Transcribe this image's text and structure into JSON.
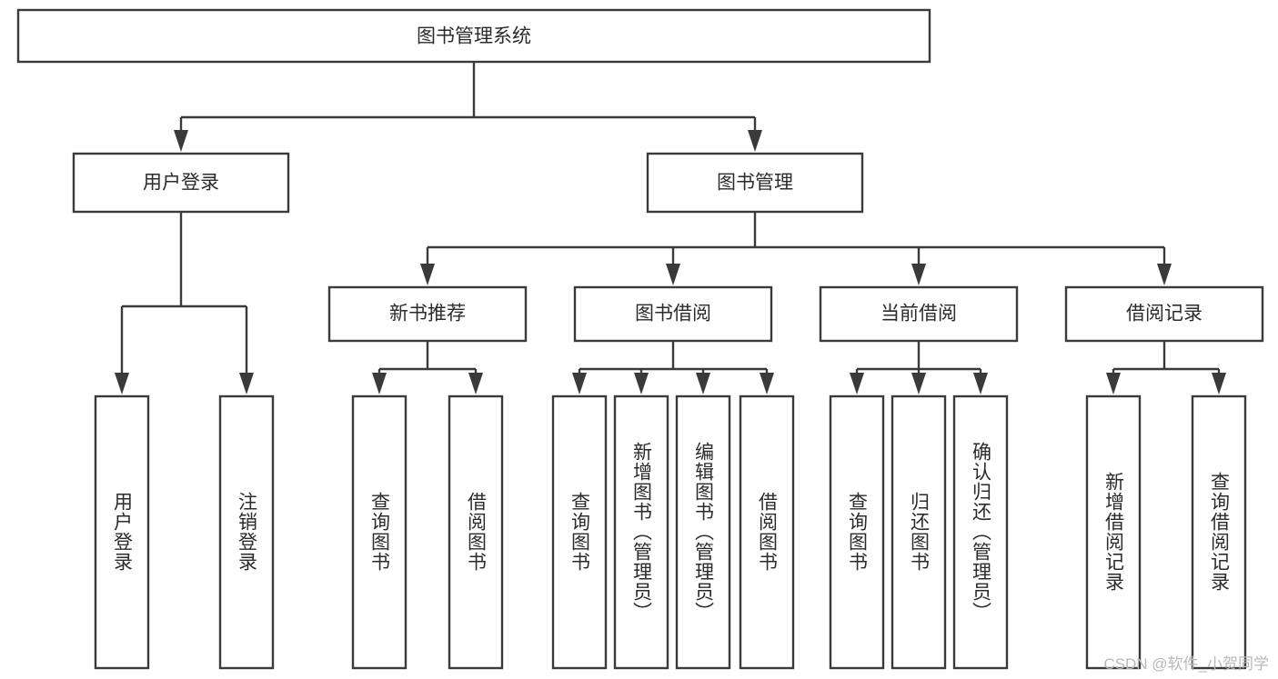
{
  "diagram": {
    "type": "tree-hierarchy",
    "orientation": "top-down",
    "title_node": {
      "label": "图书管理系统"
    },
    "level1": [
      {
        "label": "用户登录"
      },
      {
        "label": "图书管理"
      }
    ],
    "level2": [
      {
        "label": "新书推荐"
      },
      {
        "label": "图书借阅"
      },
      {
        "label": "当前借阅"
      },
      {
        "label": "借阅记录"
      }
    ],
    "leaves": {
      "user_login": [
        {
          "label": "用户登录"
        },
        {
          "label": "注销登录"
        }
      ],
      "new_book_recommend": [
        {
          "label": "查询图书"
        },
        {
          "label": "借阅图书"
        }
      ],
      "book_borrow": [
        {
          "label": "查询图书"
        },
        {
          "label": "新增图书（管理员）"
        },
        {
          "label": "编辑图书（管理员）"
        },
        {
          "label": "借阅图书"
        }
      ],
      "current_borrow": [
        {
          "label": "查询图书"
        },
        {
          "label": "归还图书"
        },
        {
          "label": "确认归还（管理员）"
        }
      ],
      "borrow_record": [
        {
          "label": "新增借阅记录"
        },
        {
          "label": "查询借阅记录"
        }
      ]
    }
  },
  "watermark": {
    "text": "CSDN @软件_小贺同学"
  },
  "colors": {
    "stroke": "#3a3a3a",
    "fill": "#ffffff",
    "text": "#2b2b2b",
    "watermark": "#b9b9b9"
  }
}
